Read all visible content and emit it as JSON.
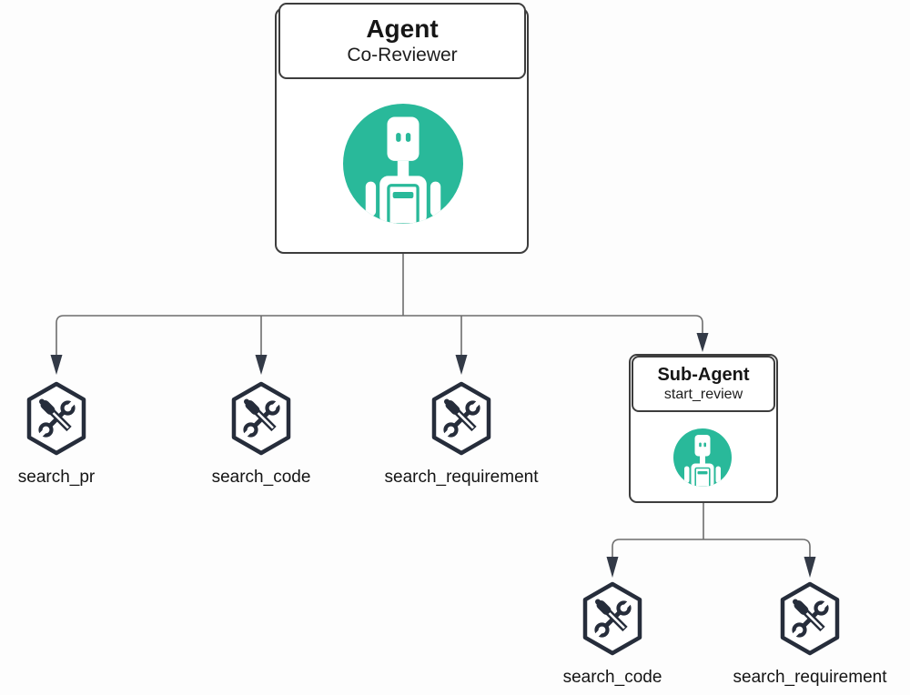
{
  "diagram": {
    "agent": {
      "title": "Agent",
      "subtitle": "Co-Reviewer"
    },
    "sub_agent": {
      "title": "Sub-Agent",
      "subtitle": "start_review"
    },
    "agent_tools": [
      "search_pr",
      "search_code",
      "search_requirement"
    ],
    "sub_agent_tools": [
      "search_code",
      "search_requirement"
    ],
    "icons": {
      "agent_icon": "robot-icon",
      "tool_icon": "tools-hexagon-icon"
    },
    "colors": {
      "accent_teal": "#29b99a",
      "box_border": "#3d3d3d",
      "hexagon_stroke": "#262d3b",
      "connector_line": "#6d6d6d",
      "arrowhead": "#333a47",
      "text": "#141414",
      "background": "#fdfdfd"
    }
  }
}
